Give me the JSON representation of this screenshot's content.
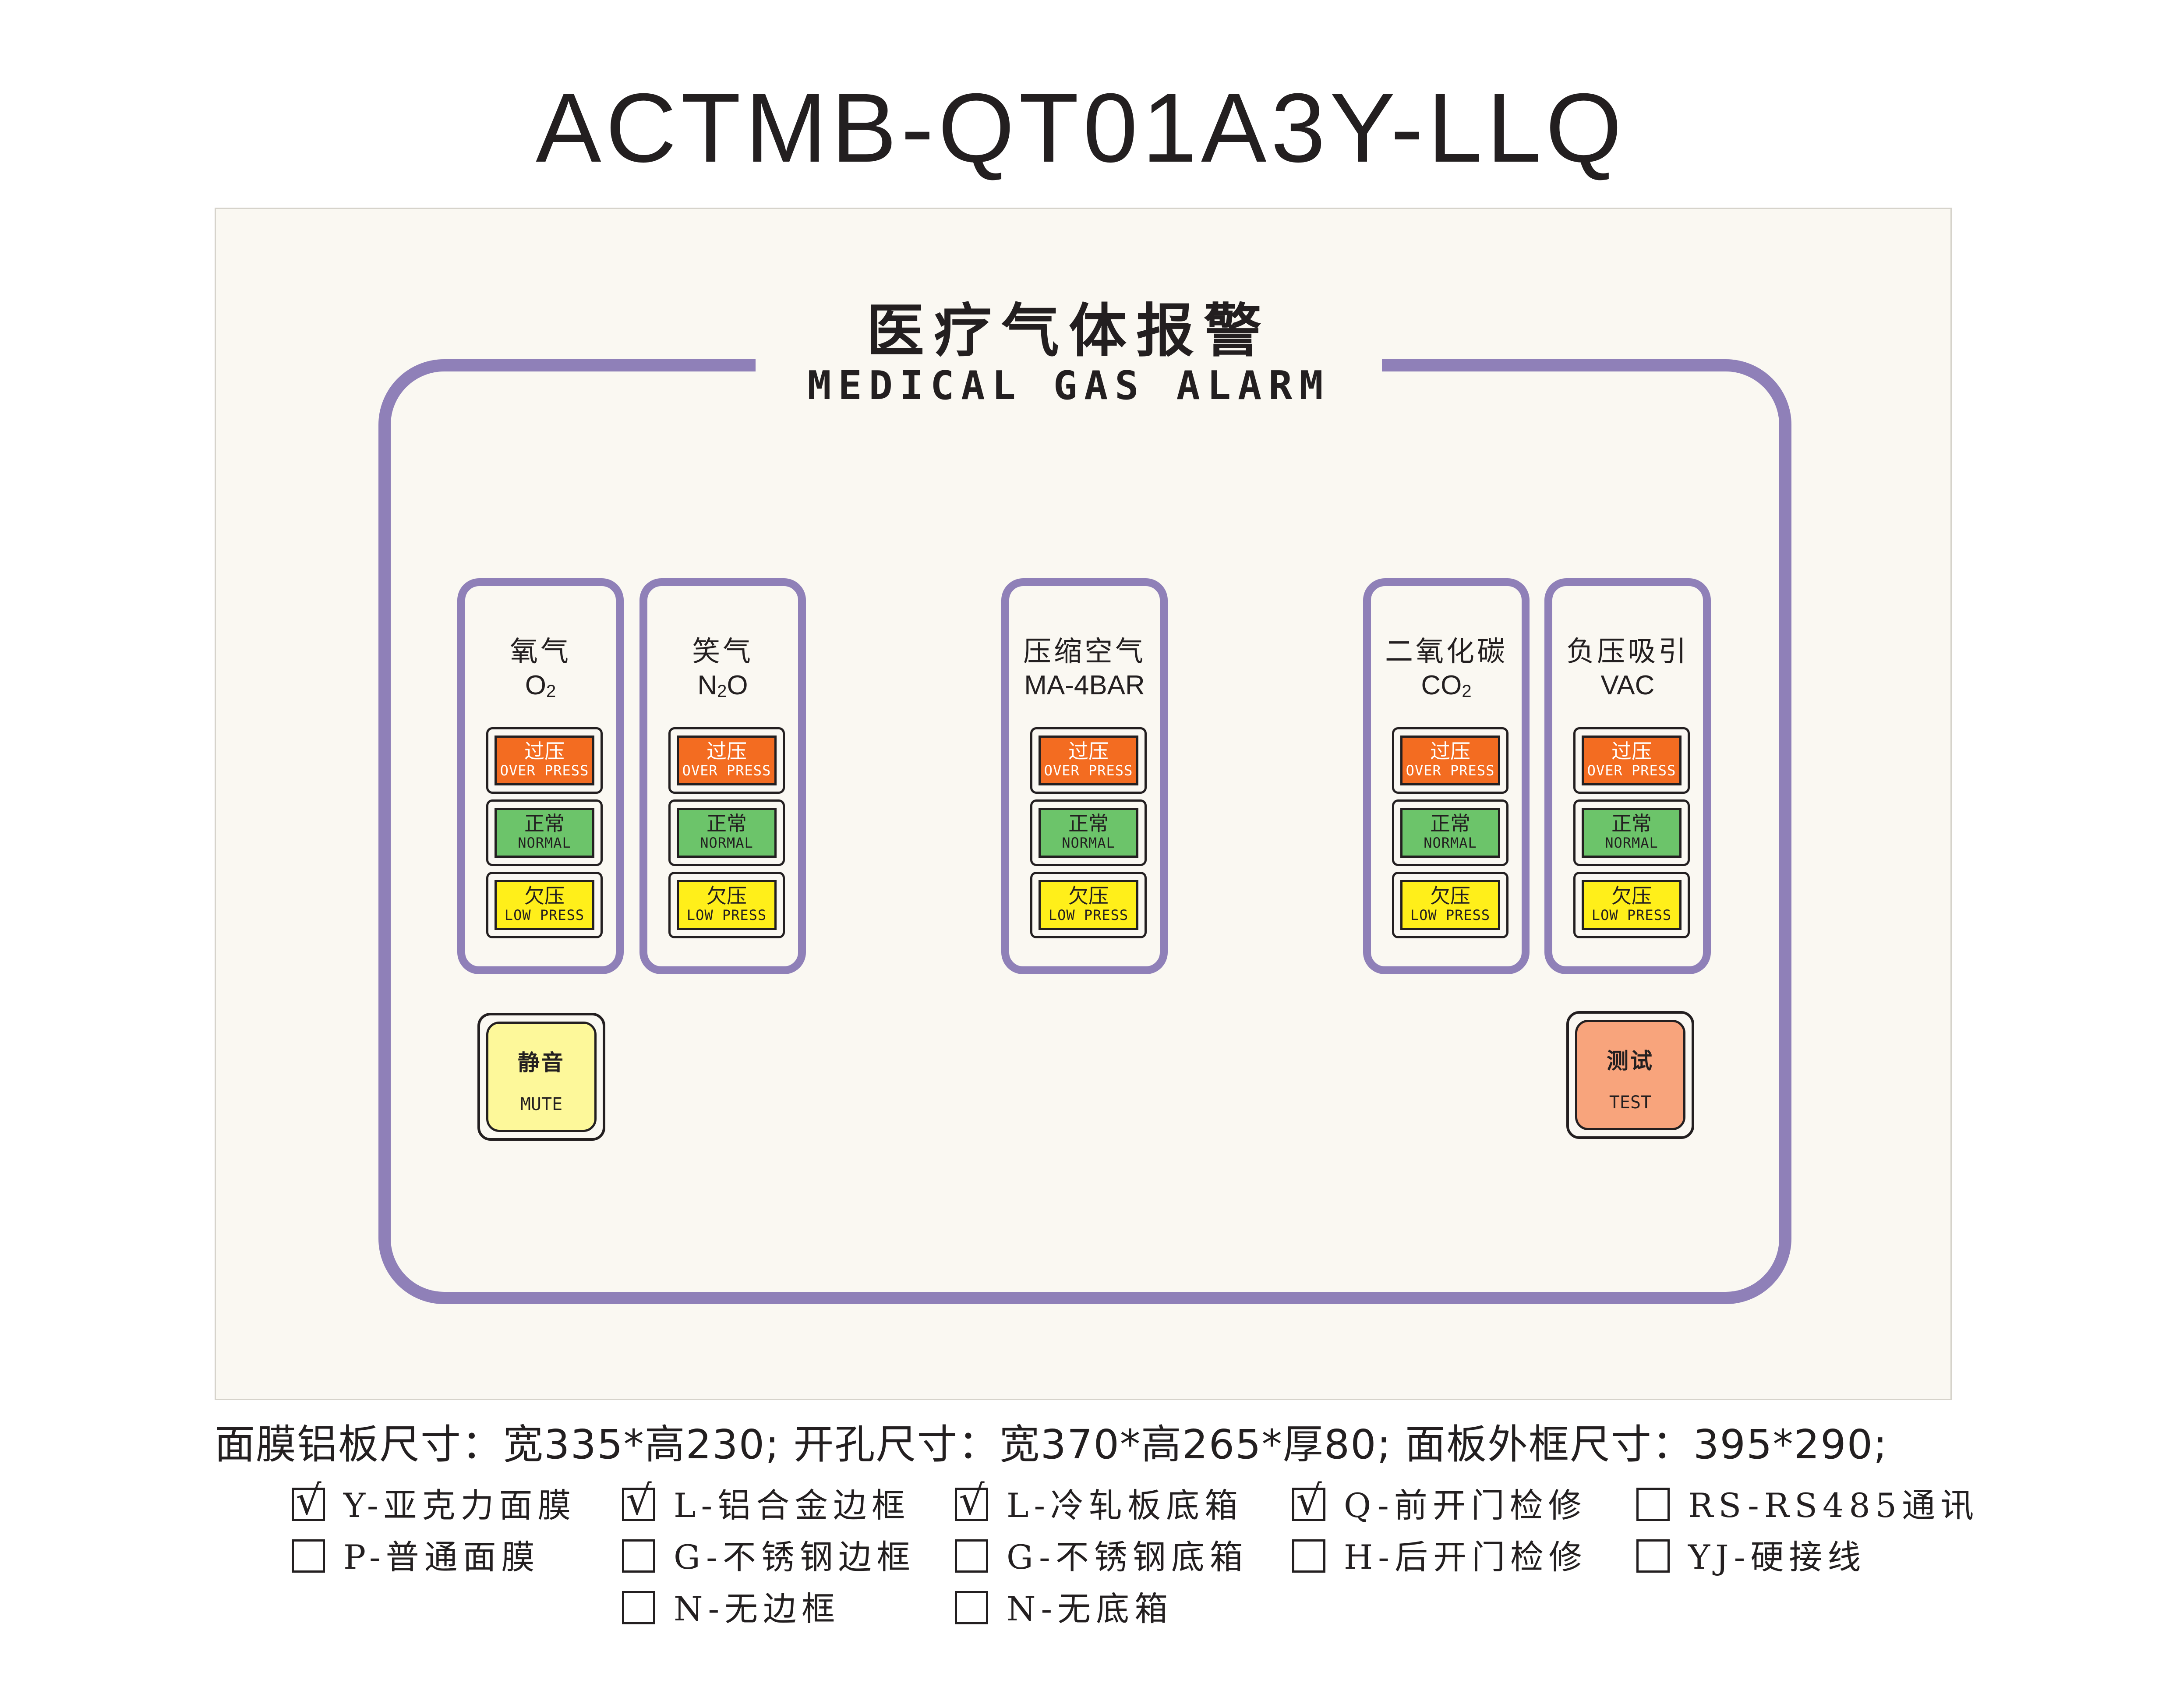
{
  "model": "ACTMB-QT01A3Y-LLQ",
  "panel": {
    "title_cn": "医疗气体报警",
    "title_en": "MEDICAL GAS ALARM",
    "indicators": {
      "over": {
        "cn": "过压",
        "en": "OVER PRESS"
      },
      "normal": {
        "cn": "正常",
        "en": "NORMAL"
      },
      "low": {
        "cn": "欠压",
        "en": "LOW PRESS"
      }
    },
    "modules": [
      {
        "cn": "氧气",
        "en": "O",
        "sub": "2"
      },
      {
        "cn": "笑气",
        "en": "N",
        "sub": "2",
        "en2": "O"
      },
      {
        "cn": "压缩空气",
        "en": "MA-4BAR",
        "sub": "",
        "en2": ""
      },
      {
        "cn": "二氧化碳",
        "en": "CO",
        "sub": "2"
      },
      {
        "cn": "负压吸引",
        "en": "VAC",
        "sub": ""
      }
    ],
    "mute": {
      "cn": "静音",
      "en": "MUTE"
    },
    "test": {
      "cn": "测试",
      "en": "TEST"
    }
  },
  "colors": {
    "frame": "#8f80b8",
    "over_press": "#f36c21",
    "normal": "#6cc46a",
    "low_press": "#ffef1a",
    "mute_button": "#fdf89a",
    "test_button": "#f8a47c",
    "panel_background": "#faf8f2"
  },
  "dimensions_text": "面膜铝板尺寸：宽335*高230; 开孔尺寸：宽370*高265*厚80; 面板外框尺寸：395*290;",
  "options": {
    "check_mark": "√",
    "col1": [
      {
        "label": "Y-亚克力面膜",
        "checked": true
      },
      {
        "label": "P-普通面膜",
        "checked": false
      }
    ],
    "col2": [
      {
        "label": "L-铝合金边框",
        "checked": true
      },
      {
        "label": "G-不锈钢边框",
        "checked": false
      },
      {
        "label": "N-无边框",
        "checked": false
      }
    ],
    "col3": [
      {
        "label": "L-冷轧板底箱",
        "checked": true
      },
      {
        "label": "G-不锈钢底箱",
        "checked": false
      },
      {
        "label": "N-无底箱",
        "checked": false
      }
    ],
    "col4": [
      {
        "label": "Q-前开门检修",
        "checked": true
      },
      {
        "label": "H-后开门检修",
        "checked": false
      }
    ],
    "col5": [
      {
        "label": "RS-RS485通讯",
        "checked": false
      },
      {
        "label": "YJ-硬接线",
        "checked": false
      }
    ]
  }
}
